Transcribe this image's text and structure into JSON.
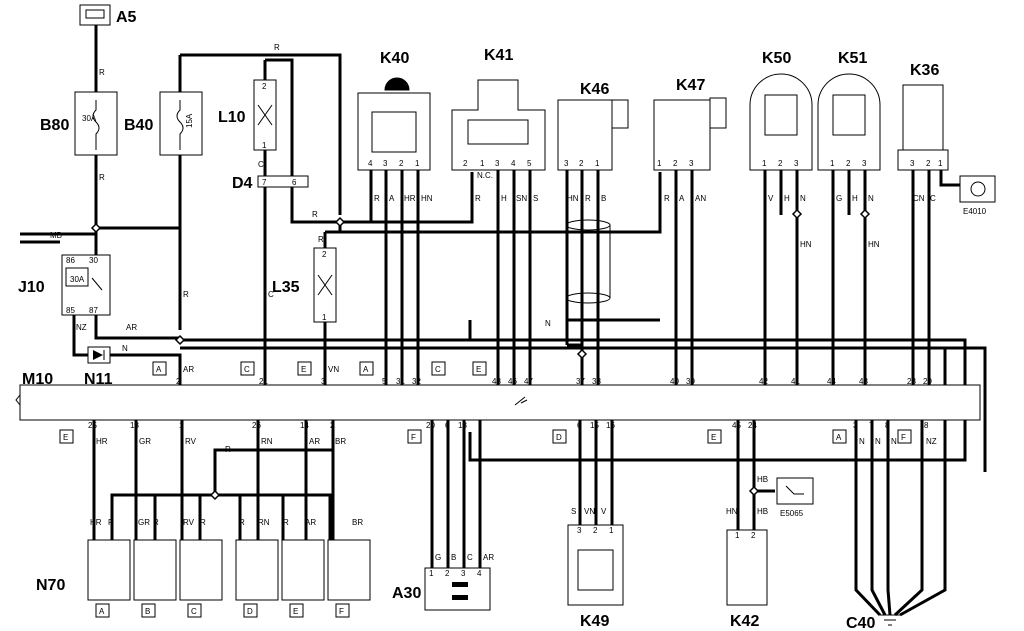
{
  "components": {
    "A5": "A5",
    "B80": "B80",
    "B40": "B40",
    "L10": "L10",
    "D4": "D4",
    "J10": "J10",
    "N11": "N11",
    "L35": "L35",
    "M10": "M10",
    "K40": "K40",
    "K41": "K41",
    "K46": "K46",
    "K47": "K47",
    "K50": "K50",
    "K51": "K51",
    "K36": "K36",
    "N70": "N70",
    "A30": "A30",
    "K49": "K49",
    "K42": "K42",
    "C40": "C40",
    "E4010": "E4010",
    "E5065": "E5065"
  },
  "fuse_ratings": {
    "b80": "30A",
    "b40": "15A",
    "j10": "30A"
  },
  "relay_pins": {
    "p86": "86",
    "p30": "30",
    "p85": "85",
    "p87": "87"
  },
  "wire_codes": {
    "r": "R",
    "mb": "MB",
    "nz": "NZ",
    "ar": "AR",
    "n": "N",
    "c": "C",
    "vn": "VN",
    "a": "A",
    "hr": "HR",
    "hn": "HN",
    "h": "H",
    "sn": "SN",
    "s": "S",
    "b": "B",
    "an": "AN",
    "v": "V",
    "g": "G",
    "cn": "CN",
    "hb": "HB",
    "gr": "GR",
    "rv": "RV",
    "rn": "RN",
    "br": "BR"
  },
  "nc": "N.C.",
  "connector_letters": {
    "a": "A",
    "b": "B",
    "c": "C",
    "d": "D",
    "e": "E",
    "f": "F"
  },
  "ecu_top_pins": [
    "2",
    "21",
    "3",
    "5",
    "31",
    "32",
    "48",
    "46",
    "47",
    "37",
    "38",
    "40",
    "39",
    "42",
    "41",
    "44",
    "43",
    "28",
    "29"
  ],
  "ecu_bottom_pins": [
    "25",
    "13",
    "1",
    "26",
    "14",
    "2",
    "20",
    "6",
    "13",
    "6",
    "15",
    "16",
    "45",
    "24",
    "3",
    "7",
    "8",
    "8"
  ],
  "k40_pins": [
    "4",
    "3",
    "2",
    "1"
  ],
  "k41_pins": [
    "2",
    "1",
    "3",
    "4",
    "5"
  ],
  "k46_pins": [
    "3",
    "2",
    "1"
  ],
  "k47_pins": [
    "1",
    "2",
    "3"
  ],
  "k50_pins": [
    "1",
    "2",
    "3"
  ],
  "k51_pins": [
    "1",
    "2",
    "3"
  ],
  "k36_pins": [
    "3",
    "2",
    "1"
  ],
  "a30_pins": [
    "1",
    "2",
    "3",
    "4"
  ],
  "k49_pins": [
    "3",
    "2",
    "1"
  ],
  "k42_pins": [
    "1",
    "2"
  ],
  "d4_pins": [
    "7",
    "6"
  ],
  "l10_pins": [
    "2",
    "1"
  ],
  "l35_pins": [
    "2",
    "1"
  ],
  "injector_letters": [
    "A",
    "B",
    "C",
    "D",
    "E",
    "F"
  ]
}
